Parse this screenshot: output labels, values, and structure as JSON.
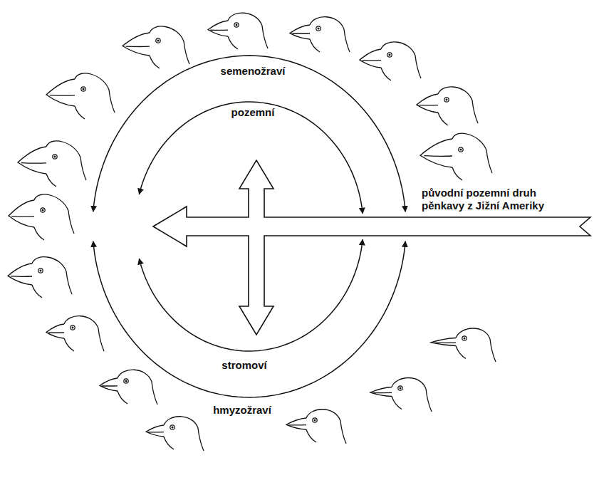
{
  "diagram": {
    "labels": [
      "semenožraví",
      "pozemní",
      "původní pozemní druh pěnkavy z Jižní Ameriky",
      "stromoví",
      "hmyzožraví"
    ]
  }
}
